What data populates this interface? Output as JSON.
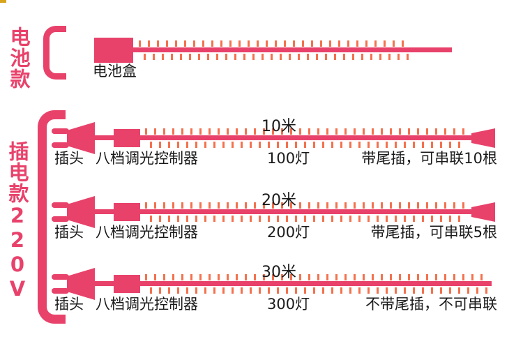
{
  "colors": {
    "accent_pink": "#e8426b",
    "bulb_tick_orange": "#f4714d",
    "text_black": "#1a1a1a",
    "corner_artifact_yellow": "#d8a41b",
    "background": "#ffffff"
  },
  "battery_section": {
    "title": "电池款",
    "box_label": "电池盒"
  },
  "plug_section": {
    "title": "插电款220V",
    "rows": [
      {
        "plug_label": "插头",
        "controller_label": "八档调光控制器",
        "length_label": "10米",
        "lights_label": "100灯",
        "tail_label": "带尾插，可串联10根",
        "has_tail_plug": true
      },
      {
        "plug_label": "插头",
        "controller_label": "八档调光控制器",
        "length_label": "20米",
        "lights_label": "200灯",
        "tail_label": "带尾插，可串联5根",
        "has_tail_plug": true
      },
      {
        "plug_label": "插头",
        "controller_label": "八档调光控制器",
        "length_label": "30米",
        "lights_label": "300灯",
        "tail_label": "不带尾插，不可串联",
        "has_tail_plug": false
      }
    ]
  }
}
